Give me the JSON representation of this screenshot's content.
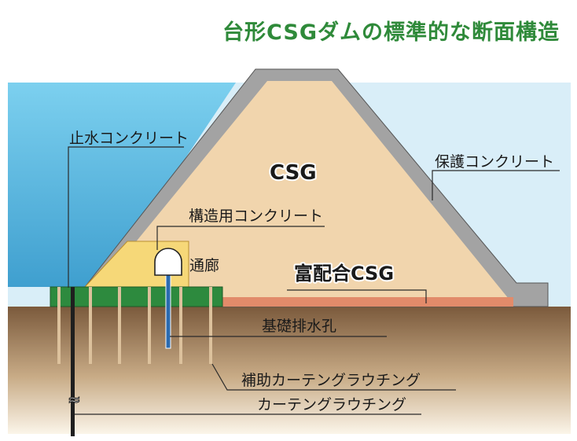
{
  "title": "台形CSGダムの標準的な断面構造",
  "labels": {
    "csg": "CSG",
    "rich_csg": "富配合CSG",
    "cutoff_concrete": "止水コンクリート",
    "protective_concrete": "保護コンクリート",
    "structural_concrete": "構造用コンクリート",
    "gallery": "通廊",
    "foundation_drain": "基礎排水孔",
    "auxiliary_curtain_grouting": "補助カーテングラウチング",
    "curtain_grouting": "カーテングラウチング",
    "break_mark": "≈"
  },
  "colors": {
    "title": "#2f8a3a",
    "water_top": "#7cd0ef",
    "water_bottom": "#3f9fcf",
    "dam_body": "#f1d5ad",
    "protective_concrete": "#a3a3a3",
    "structural_concrete": "#f6d878",
    "cutoff_concrete": "#2d8a3e",
    "rich_csg": "#e28b6a",
    "ground_top": "#7b5a3c",
    "ground_bottom": "#fbf5e9",
    "drain_hole": "#2b6bb0"
  }
}
